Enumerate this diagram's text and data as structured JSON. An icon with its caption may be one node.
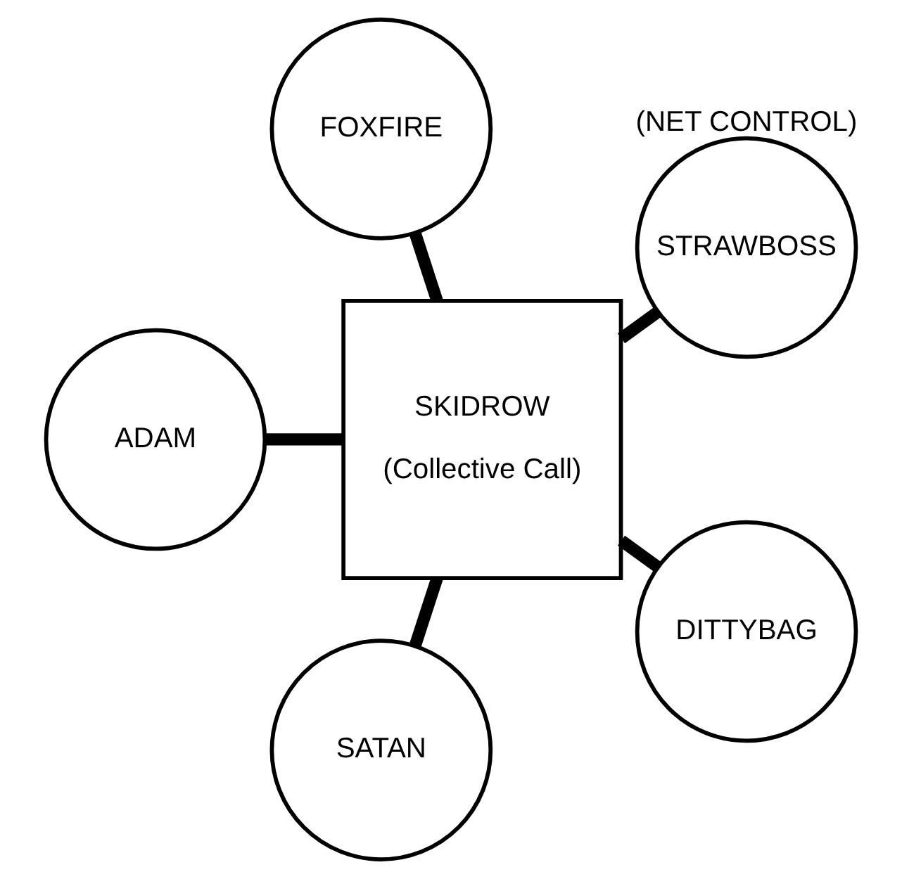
{
  "diagram": {
    "nodes": [
      {
        "text": [
          "STRAWBOSS"
        ],
        "beside": [
          "(NET CONTROL)"
        ]
      },
      {
        "text": [
          "FOXFIRE"
        ]
      },
      {
        "text": [
          "ADAM"
        ]
      },
      {
        "text": [
          "SKIDROW",
          "(Collective Call)"
        ]
      },
      {
        "text": [
          "SATAN"
        ]
      },
      {
        "text": [
          "DITTYBAG"
        ]
      }
    ],
    "edges": [
      {
        "from": 3,
        "to": 0,
        "arrow": "none"
      },
      {
        "from": 3,
        "to": 2,
        "arrow": "none"
      },
      {
        "from": 3,
        "to": 5,
        "arrow": "none"
      },
      {
        "from": 3,
        "to": 4,
        "arrow": "none"
      },
      {
        "from": 3,
        "to": 1,
        "arrow": "none"
      }
    ]
  }
}
